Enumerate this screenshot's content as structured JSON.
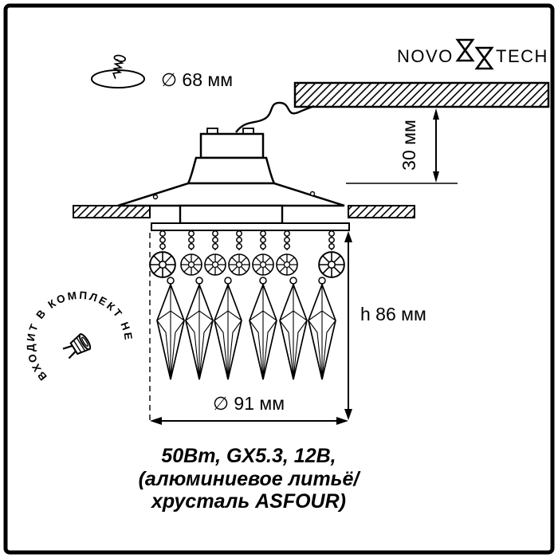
{
  "logo": {
    "prefix": "NOVO",
    "suffix": "TECH"
  },
  "labels": {
    "cutout": "∅ 68 мм",
    "depth": "30 мм",
    "height": "h 86 мм",
    "diameter": "∅ 91 мм"
  },
  "badge": {
    "text": "ВХОДИТ В КОМПЛЕКТ НЕ"
  },
  "specs": {
    "line1": "50Вт, GX5.3, 12В,",
    "line2": "(алюминиевое литьё/",
    "line3": "хрусталь ASFOUR)"
  },
  "colors": {
    "ink": "#000000",
    "paper": "#ffffff"
  }
}
